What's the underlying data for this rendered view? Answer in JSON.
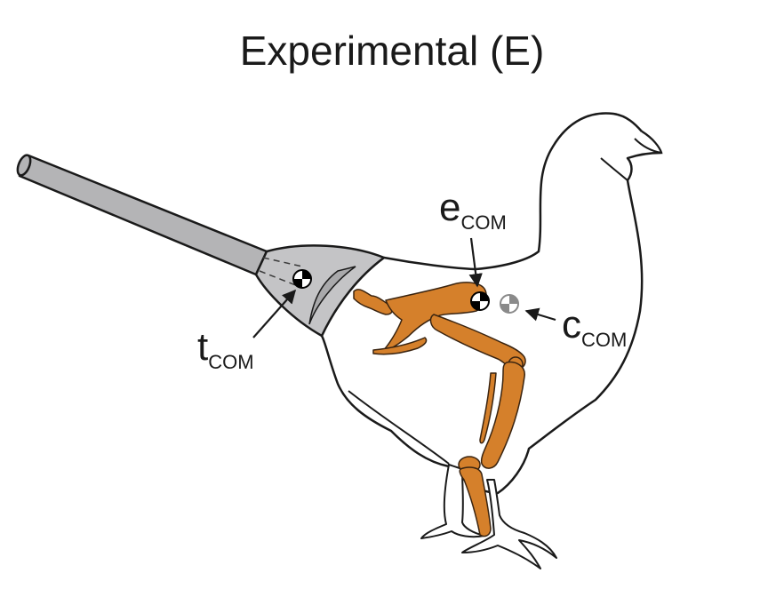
{
  "title": "Experimental (E)",
  "labels": {
    "e": {
      "letter": "e",
      "sub": "COM"
    },
    "c": {
      "letter": "c",
      "sub": "COM"
    },
    "t": {
      "letter": "t",
      "sub": "COM"
    }
  },
  "colors": {
    "bone": "#d5802b",
    "bone_stroke": "#3a2410",
    "tail_rod": "#b4b4b6",
    "tail_cone": "#c4c4c6",
    "outline": "#1a1a1a",
    "ghost_marker": "#8a8a8a"
  }
}
